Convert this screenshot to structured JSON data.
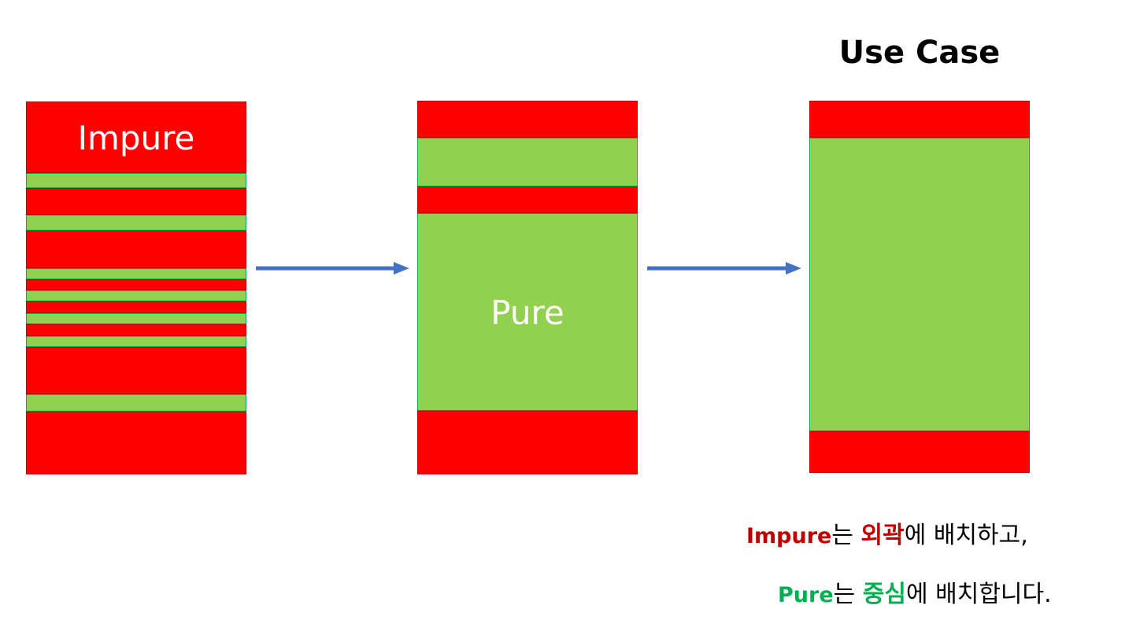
{
  "colors": {
    "impure_fill": "#ff0000",
    "pure_fill": "#92d050",
    "arrow": "#4472c4",
    "impure_text": "#c00000",
    "pure_text": "#00b050"
  },
  "columns": [
    {
      "label": "Impure",
      "bands": [
        "impure",
        "pure",
        "impure",
        "pure",
        "impure",
        "pure",
        "impure",
        "pure",
        "impure",
        "pure",
        "impure",
        "pure",
        "impure",
        "pure",
        "impure"
      ]
    },
    {
      "label": "Pure",
      "bands": [
        "impure",
        "pure",
        "impure",
        "pure",
        "impure"
      ]
    },
    {
      "title": "Use Case",
      "bands": [
        "impure",
        "pure",
        "impure"
      ]
    }
  ],
  "caption": {
    "line1": {
      "term": "Impure",
      "particle": "는 ",
      "keyword": "외곽",
      "rest": "에 배치하고,"
    },
    "line2": {
      "term": "Pure",
      "particle": "는 ",
      "keyword": "중심",
      "rest": "에 배치합니다."
    }
  }
}
